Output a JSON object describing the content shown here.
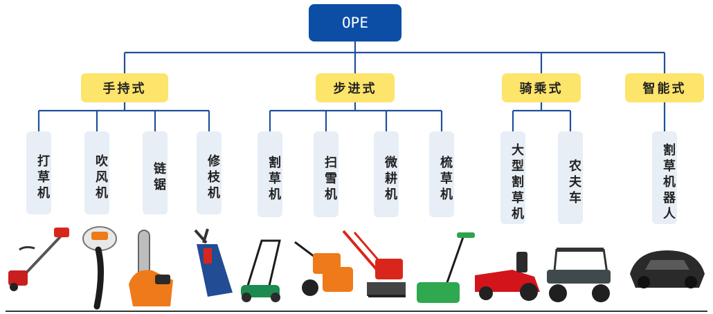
{
  "root": {
    "label": "OPE"
  },
  "categories": [
    {
      "label": "手持式",
      "children": [
        "打草机",
        "吹风机",
        "链锯",
        "修枝机"
      ]
    },
    {
      "label": "步进式",
      "children": [
        "割草机",
        "扫雪机",
        "微耕机",
        "梳草机"
      ]
    },
    {
      "label": "骑乘式",
      "children": [
        "大型割草机",
        "农夫车"
      ]
    },
    {
      "label": "智能式",
      "children": [
        "割草机器人"
      ]
    }
  ],
  "colors": {
    "root": "#0c4ea6",
    "category": "#fde46a",
    "leaf": "#e8eef6",
    "connector": "#1f4f9a"
  },
  "images": [
    "brush-cutter",
    "leaf-blower",
    "chainsaw",
    "pruning-shears",
    "push-reel-mower",
    "snow-blower",
    "tiller",
    "scarifier",
    "riding-mower",
    "utility-vehicle",
    "robotic-mower"
  ]
}
